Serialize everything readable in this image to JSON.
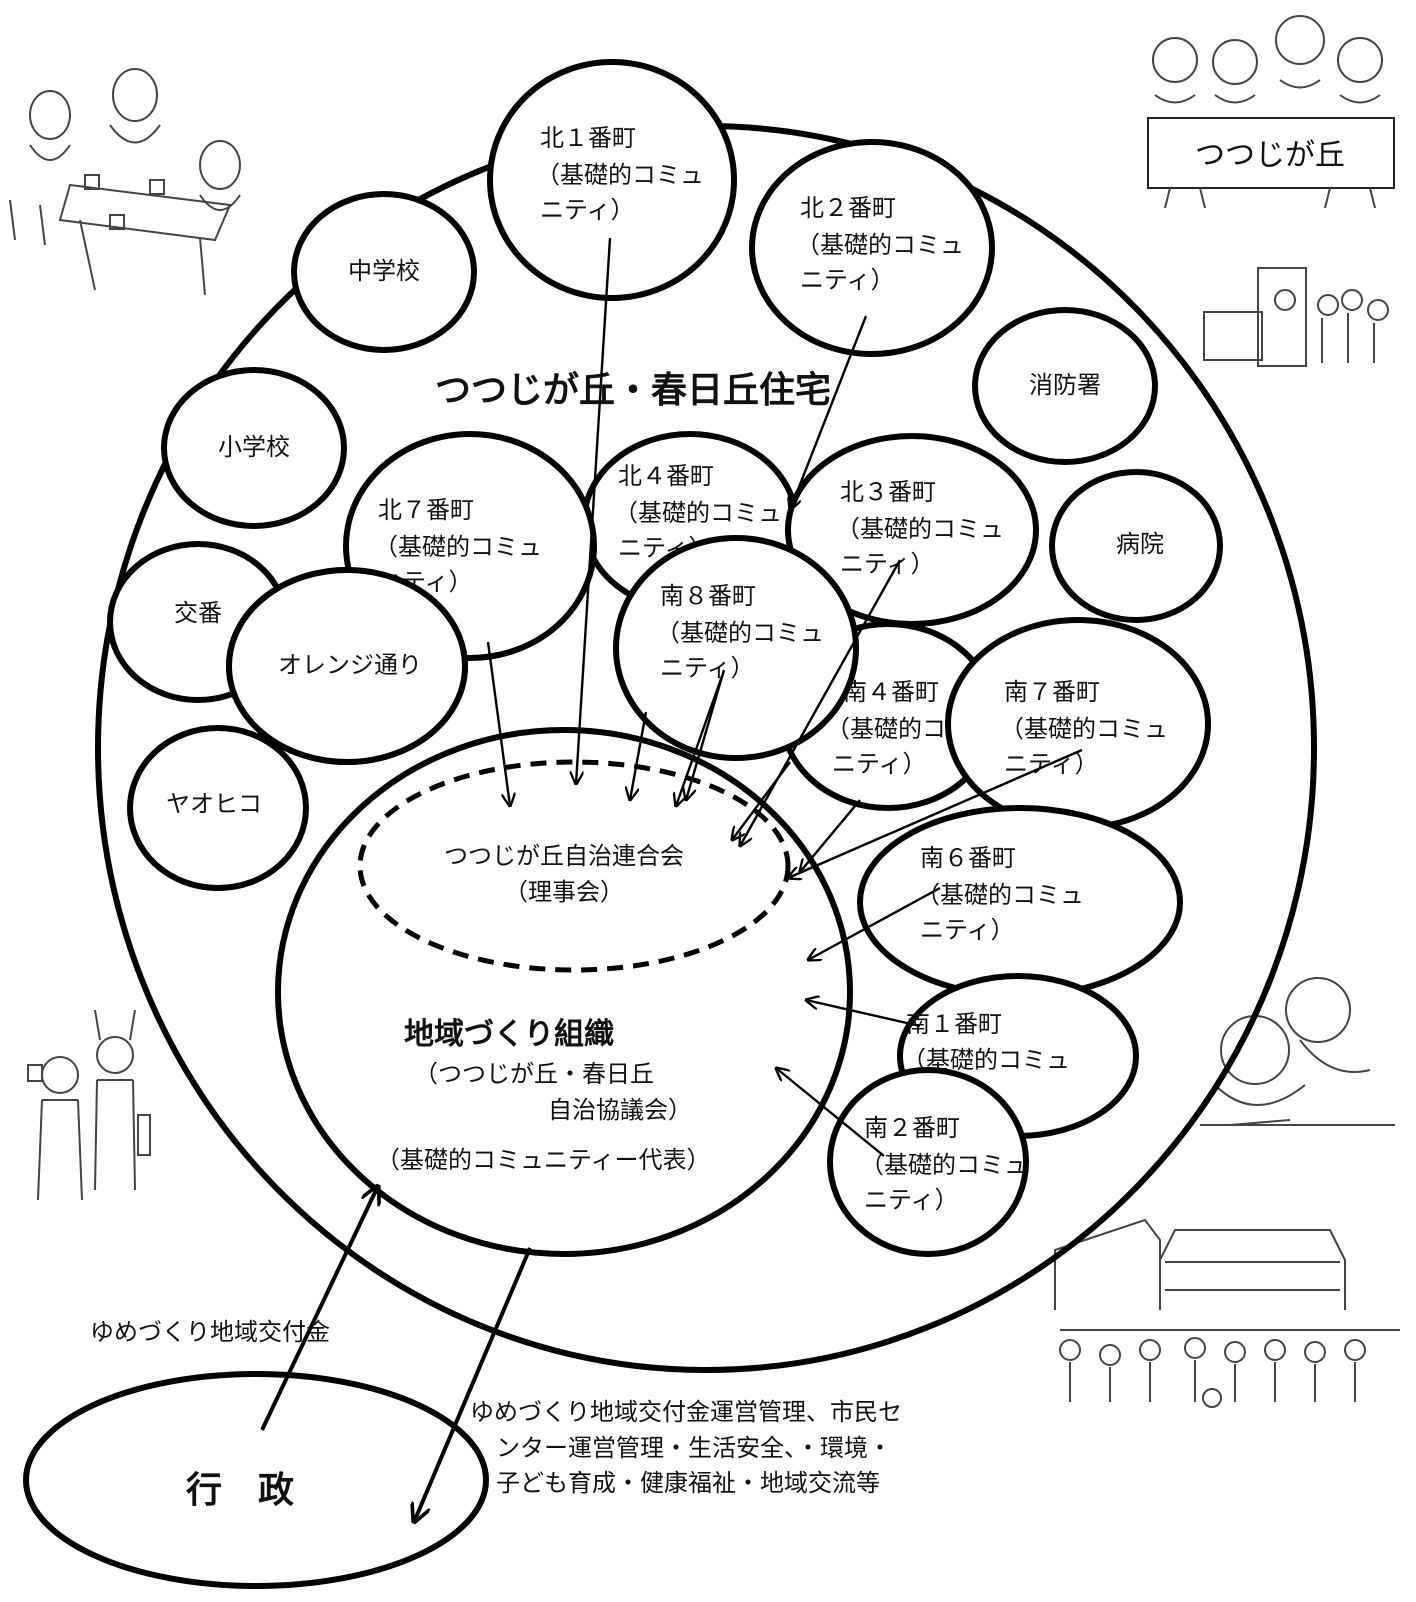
{
  "diagram": {
    "main_title": "つつじが丘・春日丘住宅",
    "sign_text": "つつじが丘",
    "nodes": {
      "kita1": [
        "北１番町",
        "（基礎的コミュ",
        "ニティ）"
      ],
      "kita2": [
        "北２番町",
        "（基礎的コミュ",
        "ニティ）"
      ],
      "kita3": [
        "北３番町",
        "（基礎的コミュ",
        "ニティ）"
      ],
      "kita4": [
        "北４番町",
        "（基礎的コミュ",
        "ニティ）"
      ],
      "kita7": [
        "北７番町",
        "（基礎的コミュ",
        "ニティ）"
      ],
      "minami8": [
        "南８番町",
        "（基礎的コミュ",
        "ニティ）"
      ],
      "minami4": [
        "南４番町",
        "（基礎的コミュ",
        "ニティ）"
      ],
      "minami7": [
        "南７番町",
        "（基礎的コミュ",
        "ニティ）"
      ],
      "minami6": [
        "南６番町",
        "（基礎的コミュ",
        "ニティ）"
      ],
      "minami1": [
        "南１番町",
        "（基礎的コミュ"
      ],
      "minami2": [
        "南２番町",
        "（基礎的コミュ",
        "ニティ）"
      ]
    },
    "facilities": {
      "junior_high": "中学校",
      "elementary": "小学校",
      "fire_station": "消防署",
      "hospital": "病院",
      "police_box": "交番",
      "orange_street": "オレンジ通り",
      "yaohiko": "ヤオヒコ"
    },
    "council": [
      "つつじが丘自治連合会",
      "（理事会）"
    ],
    "org": {
      "title": "地域づくり組織",
      "sub1": "（つつじが丘・春日丘",
      "sub2": "自治協議会）",
      "sub3": "（基礎的コミュニティー代表）"
    },
    "gov": "行　政",
    "grant_label": "ゆめづくり地域交付金",
    "tasks": [
      "ゆめづくり地域交付金運営管理、市民セ",
      "ンター運営管理・生活安全、・環境・",
      "子ども育成・健康福祉・地域交流等"
    ]
  }
}
